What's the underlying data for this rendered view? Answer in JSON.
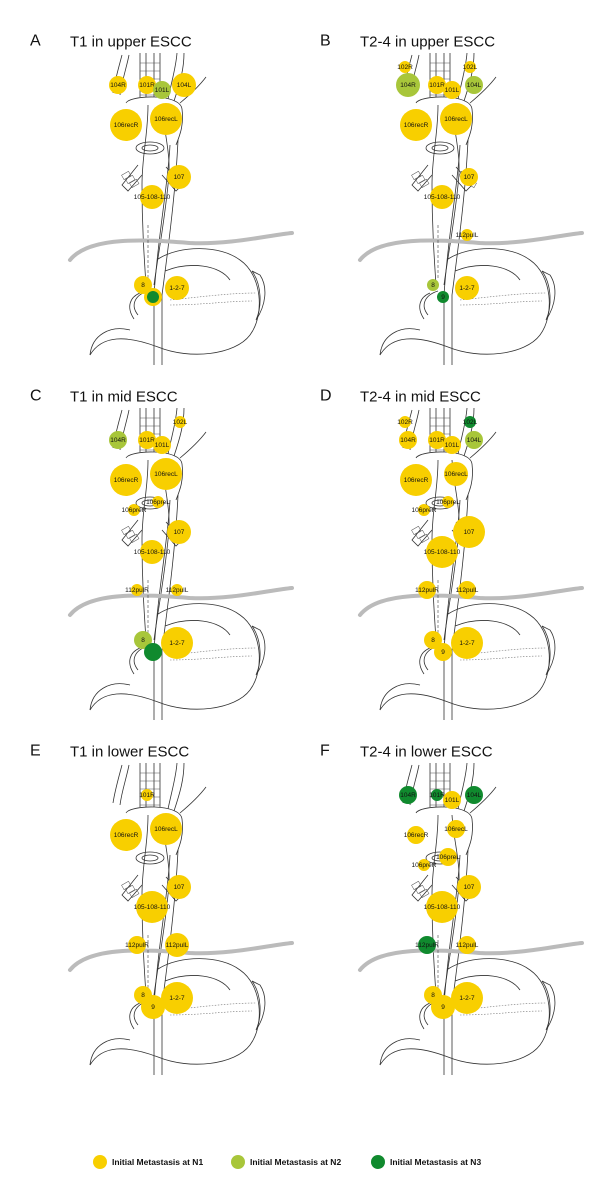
{
  "colors": {
    "N1": "#f8cf00",
    "N2": "#a8c63a",
    "N3": "#108a2e"
  },
  "legend": [
    {
      "level": "N1",
      "label": "Initial Metastasis at N1"
    },
    {
      "level": "N2",
      "label": "Initial Metastasis at N2"
    },
    {
      "level": "N3",
      "label": "Initial Metastasis at N3"
    }
  ],
  "panels": [
    {
      "letter": "A",
      "title": "T1 in upper ESCC",
      "nodes": [
        {
          "id": "104R",
          "label": "104R",
          "level": "N1",
          "size": "s"
        },
        {
          "id": "101R",
          "label": "101R",
          "level": "N1",
          "size": "s"
        },
        {
          "id": "101L",
          "label": "101L",
          "level": "N2",
          "size": "s"
        },
        {
          "id": "104L",
          "label": "104L",
          "level": "N1",
          "size": "m"
        },
        {
          "id": "106recR",
          "label": "106recR",
          "level": "N1",
          "size": "l"
        },
        {
          "id": "106recL",
          "label": "106recL",
          "level": "N1",
          "size": "l"
        },
        {
          "id": "107",
          "label": "107",
          "level": "N1",
          "size": "m"
        },
        {
          "id": "105-108-110",
          "label": "105-108-110",
          "level": "N1",
          "size": "m"
        },
        {
          "id": "8",
          "label": "8",
          "level": "N1",
          "size": "s"
        },
        {
          "id": "9",
          "label": "9",
          "level": "N1",
          "size": "s"
        },
        {
          "id": "1-2-7",
          "label": "1-2-7",
          "level": "N1",
          "size": "m"
        },
        {
          "id": "9n3",
          "label": "",
          "level": "N3",
          "size": "xs"
        }
      ]
    },
    {
      "letter": "B",
      "title": "T2-4 in upper ESCC",
      "nodes": [
        {
          "id": "102R",
          "label": "102R",
          "level": "N1",
          "size": "xs"
        },
        {
          "id": "102L",
          "label": "102L",
          "level": "N1",
          "size": "xs"
        },
        {
          "id": "104R",
          "label": "104R",
          "level": "N2",
          "size": "m"
        },
        {
          "id": "101R",
          "label": "101R",
          "level": "N1",
          "size": "s"
        },
        {
          "id": "101L",
          "label": "101L",
          "level": "N1",
          "size": "s"
        },
        {
          "id": "104L",
          "label": "104L",
          "level": "N2",
          "size": "s"
        },
        {
          "id": "106recR",
          "label": "106recR",
          "level": "N1",
          "size": "l"
        },
        {
          "id": "106recL",
          "label": "106recL",
          "level": "N1",
          "size": "l"
        },
        {
          "id": "107",
          "label": "107",
          "level": "N1",
          "size": "s"
        },
        {
          "id": "105-108-110",
          "label": "105-108-110",
          "level": "N1",
          "size": "m"
        },
        {
          "id": "112pulL",
          "label": "112pulL",
          "level": "N1",
          "size": "xs"
        },
        {
          "id": "8",
          "label": "8",
          "level": "N2",
          "size": "xs"
        },
        {
          "id": "9",
          "label": "9",
          "level": "N3",
          "size": "xs"
        },
        {
          "id": "1-2-7",
          "label": "1-2-7",
          "level": "N1",
          "size": "m"
        }
      ]
    },
    {
      "letter": "C",
      "title": "T1 in mid ESCC",
      "nodes": [
        {
          "id": "102L",
          "label": "102L",
          "level": "N1",
          "size": "xs"
        },
        {
          "id": "104R",
          "label": "104R",
          "level": "N2",
          "size": "s"
        },
        {
          "id": "101R",
          "label": "101R",
          "level": "N1",
          "size": "s"
        },
        {
          "id": "101L",
          "label": "101L",
          "level": "N1",
          "size": "s"
        },
        {
          "id": "106recR",
          "label": "106recR",
          "level": "N1",
          "size": "l"
        },
        {
          "id": "106recL",
          "label": "106recL",
          "level": "N1",
          "size": "l"
        },
        {
          "id": "106preL",
          "label": "106preL",
          "level": "N1",
          "size": "xs"
        },
        {
          "id": "106preR",
          "label": "106preR",
          "level": "N1",
          "size": "xs"
        },
        {
          "id": "107",
          "label": "107",
          "level": "N1",
          "size": "m"
        },
        {
          "id": "105-108-110",
          "label": "105-108-110",
          "level": "N1",
          "size": "m"
        },
        {
          "id": "112pulR",
          "label": "112pulR",
          "level": "N1",
          "size": "xs"
        },
        {
          "id": "112pulL",
          "label": "112pulL",
          "level": "N1",
          "size": "xs"
        },
        {
          "id": "8",
          "label": "8",
          "level": "N2",
          "size": "s"
        },
        {
          "id": "9",
          "label": "",
          "level": "N3",
          "size": "s"
        },
        {
          "id": "1-2-7",
          "label": "1-2-7",
          "level": "N1",
          "size": "l"
        }
      ]
    },
    {
      "letter": "D",
      "title": "T2-4 in mid ESCC",
      "nodes": [
        {
          "id": "102R",
          "label": "102R",
          "level": "N1",
          "size": "xs"
        },
        {
          "id": "102L",
          "label": "102L",
          "level": "N3",
          "size": "xs"
        },
        {
          "id": "104R",
          "label": "104R",
          "level": "N1",
          "size": "s"
        },
        {
          "id": "101R",
          "label": "101R",
          "level": "N1",
          "size": "s"
        },
        {
          "id": "101L",
          "label": "101L",
          "level": "N1",
          "size": "s"
        },
        {
          "id": "104L",
          "label": "104L",
          "level": "N2",
          "size": "s"
        },
        {
          "id": "106recR",
          "label": "106recR",
          "level": "N1",
          "size": "l"
        },
        {
          "id": "106recL",
          "label": "106recL",
          "level": "N1",
          "size": "m"
        },
        {
          "id": "106preL",
          "label": "106preL",
          "level": "N1",
          "size": "xs"
        },
        {
          "id": "106preR",
          "label": "106preR",
          "level": "N1",
          "size": "xs"
        },
        {
          "id": "107",
          "label": "107",
          "level": "N1",
          "size": "l"
        },
        {
          "id": "105-108-110",
          "label": "105-108-110",
          "level": "N1",
          "size": "l"
        },
        {
          "id": "112pulR",
          "label": "112pulR",
          "level": "N1",
          "size": "s"
        },
        {
          "id": "112pulL",
          "label": "112pulL",
          "level": "N1",
          "size": "s"
        },
        {
          "id": "8",
          "label": "8",
          "level": "N1",
          "size": "s"
        },
        {
          "id": "9",
          "label": "9",
          "level": "N1",
          "size": "s"
        },
        {
          "id": "1-2-7",
          "label": "1-2-7",
          "level": "N1",
          "size": "l"
        }
      ]
    },
    {
      "letter": "E",
      "title": "T1 in lower ESCC",
      "nodes": [
        {
          "id": "101R",
          "label": "101R",
          "level": "N1",
          "size": "xs"
        },
        {
          "id": "106recL",
          "label": "106recL",
          "level": "N1",
          "size": "l"
        },
        {
          "id": "106recR",
          "label": "106recR",
          "level": "N1",
          "size": "l"
        },
        {
          "id": "107",
          "label": "107",
          "level": "N1",
          "size": "m"
        },
        {
          "id": "105-108-110",
          "label": "105-108-110",
          "level": "N1",
          "size": "l"
        },
        {
          "id": "112pulR",
          "label": "112pulR",
          "level": "N1",
          "size": "s"
        },
        {
          "id": "112pulL",
          "label": "112pulL",
          "level": "N1",
          "size": "m"
        },
        {
          "id": "8",
          "label": "8",
          "level": "N1",
          "size": "s"
        },
        {
          "id": "9",
          "label": "9",
          "level": "N1",
          "size": "m"
        },
        {
          "id": "1-2-7",
          "label": "1-2-7",
          "level": "N1",
          "size": "l"
        }
      ]
    },
    {
      "letter": "F",
      "title": "T2-4 in lower ESCC",
      "nodes": [
        {
          "id": "104R",
          "label": "104R",
          "level": "N3",
          "size": "s"
        },
        {
          "id": "101R",
          "label": "101R",
          "level": "N3",
          "size": "xs"
        },
        {
          "id": "101L",
          "label": "101L",
          "level": "N1",
          "size": "s"
        },
        {
          "id": "104L",
          "label": "104L",
          "level": "N3",
          "size": "s"
        },
        {
          "id": "106recL",
          "label": "106recL",
          "level": "N1",
          "size": "s"
        },
        {
          "id": "106recR",
          "label": "106recR",
          "level": "N1",
          "size": "s"
        },
        {
          "id": "106preL",
          "label": "106preL",
          "level": "N1",
          "size": "s"
        },
        {
          "id": "106preR",
          "label": "106preR",
          "level": "N1",
          "size": "xs"
        },
        {
          "id": "107",
          "label": "107",
          "level": "N1",
          "size": "m"
        },
        {
          "id": "105-108-110",
          "label": "105-108-110",
          "level": "N1",
          "size": "l"
        },
        {
          "id": "112pulR",
          "label": "112pulR",
          "level": "N3",
          "size": "s"
        },
        {
          "id": "112pulL",
          "label": "112pulL",
          "level": "N1",
          "size": "s"
        },
        {
          "id": "8",
          "label": "8",
          "level": "N1",
          "size": "s"
        },
        {
          "id": "9",
          "label": "9",
          "level": "N1",
          "size": "m"
        },
        {
          "id": "1-2-7",
          "label": "1-2-7",
          "level": "N1",
          "size": "l"
        }
      ]
    }
  ]
}
